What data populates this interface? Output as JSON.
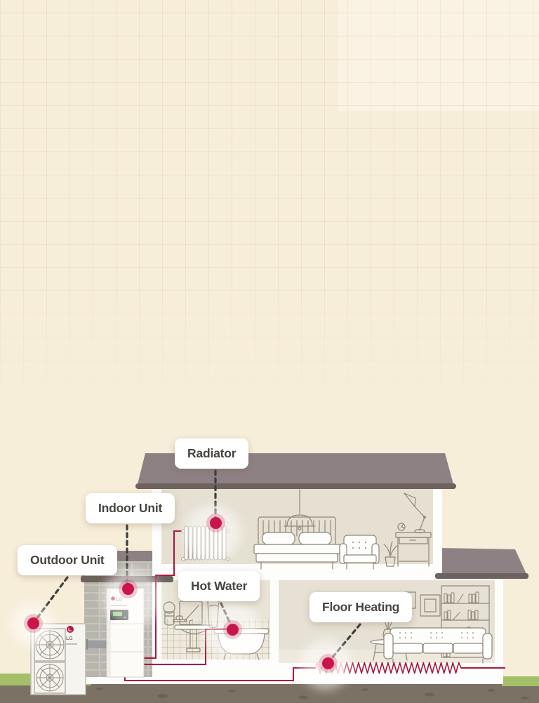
{
  "diagram": {
    "callouts": [
      {
        "id": "radiator",
        "label": "Radiator"
      },
      {
        "id": "indoor-unit",
        "label": "Indoor Unit"
      },
      {
        "id": "outdoor-unit",
        "label": "Outdoor Unit"
      },
      {
        "id": "hot-water",
        "label": "Hot Water"
      },
      {
        "id": "floor-heating",
        "label": "Floor Heating"
      }
    ],
    "branding": {
      "logo": "LG"
    },
    "colors": {
      "background": "#f7eeda",
      "roof": "#8e8184",
      "roof_edge": "#6e625f",
      "accent_red": "#c9164a",
      "pipe_red": "#a8173f",
      "grass_green": "#a3c068",
      "ground": "#7c7165",
      "wall_white": "#fdfdfb",
      "interior_beige": "#e5e0d2",
      "brick_gray": "#b7b5ac"
    }
  }
}
